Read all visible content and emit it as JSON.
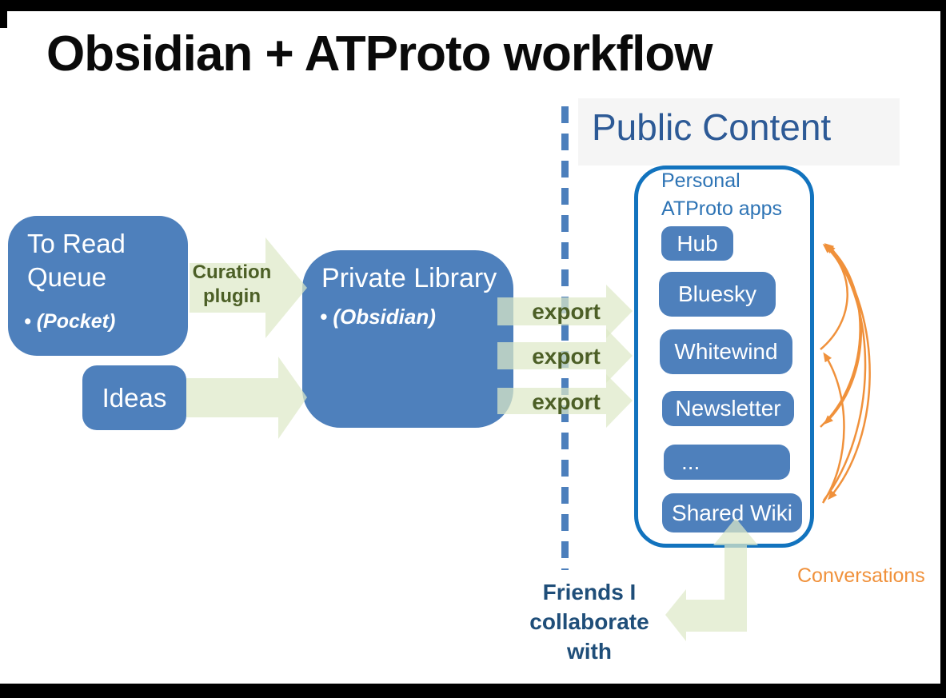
{
  "title": "Obsidian + ATProto workflow",
  "colors": {
    "box_blue": "#4E80BC",
    "container_border_blue": "#1273BE",
    "container_label_blue": "#2E74B5",
    "heading_blue": "#2D5A96",
    "dark_green_text": "#4C5F26",
    "arrow_green_fill": "rgba(222,233,199,0.72)",
    "orange": "#F0913B",
    "friends_navy": "#1F4E79",
    "dashed_divider_blue": "#4C7FBC"
  },
  "left_flow": {
    "to_read_queue": {
      "title": "To Read Queue",
      "bullet": "• (Pocket)"
    },
    "ideas_label": "Ideas",
    "curation_label": [
      "Curation",
      "plugin"
    ],
    "private_library": {
      "title": "Private Library",
      "bullet": "• (Obsidian)"
    },
    "export_labels": [
      "export",
      "export",
      "export"
    ]
  },
  "public_content": {
    "heading": "Public Content",
    "container_label": [
      "Personal",
      "ATProto apps"
    ],
    "apps": [
      "Hub",
      "Bluesky",
      "Whitewind",
      "Newsletter",
      "...",
      "Shared Wiki"
    ],
    "conversations_label": "Conversations",
    "friends_label": [
      "Friends I",
      "collaborate",
      "with"
    ]
  }
}
